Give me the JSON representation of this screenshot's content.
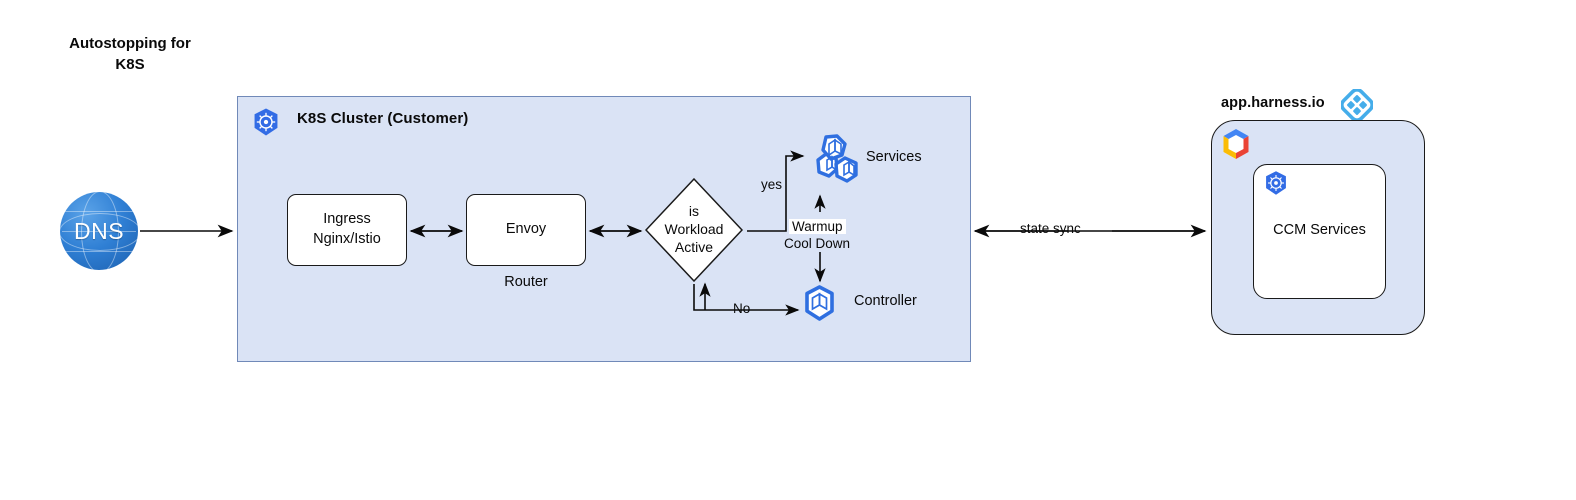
{
  "diagram": {
    "title": "Autostopping for\nK8S",
    "cluster": {
      "title": "K8S Cluster (Customer)",
      "icon": "kubernetes-icon"
    },
    "dns": {
      "label": "DNS",
      "icon": "globe-icon"
    },
    "nodes": {
      "ingress": "Ingress\nNginx/Istio",
      "envoy": "Envoy",
      "router_caption": "Router",
      "decision": "is\nWorkload\nActive",
      "services": "Services",
      "controller": "Controller"
    },
    "edge_labels": {
      "yes": "yes",
      "no": "No",
      "warmup": "Warmup",
      "cool_down": "Cool Down",
      "state_sync": "state sync"
    },
    "cloud": {
      "provider_label": "app.harness.io",
      "provider_icon": "harness-logo-icon",
      "cloud_icon": "google-cloud-icon",
      "inner_icon": "kubernetes-icon",
      "inner_label": "CCM Services"
    },
    "colors": {
      "panel_fill": "#dae3f5",
      "panel_stroke": "#7089b8",
      "node_stroke": "#1a1a1a",
      "node_fill": "#ffffff",
      "k8s_blue": "#326ce5",
      "harness_blue": "#45adea",
      "dns_blue": "#2f7fd4",
      "connector": "#0a0a0a"
    }
  }
}
